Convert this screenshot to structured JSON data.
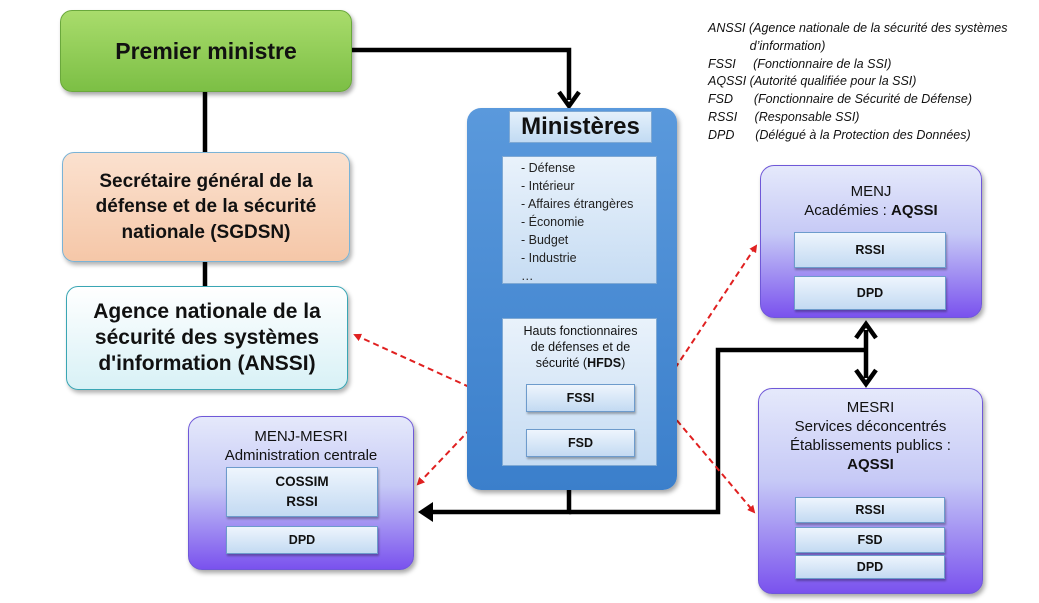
{
  "premier_ministre": "Premier ministre",
  "sgdsn": {
    "lines": [
      "Secrétaire général de la",
      "défense et de la sécurité",
      "nationale (SGDSN)"
    ]
  },
  "anssi": {
    "lines": [
      "Agence nationale de la",
      "sécurité des systèmes",
      "d'information (ANSSI)"
    ]
  },
  "legend": [
    "ANSSI (Agence nationale de la sécurité des systèmes",
    "            d’information)",
    "FSSI     (Fonctionnaire de la SSI)",
    "AQSSI (Autorité qualifiée pour la SSI)",
    "FSD      (Fonctionnaire de Sécurité de Défense)",
    "RSSI     (Responsable SSI)",
    "DPD      (Délégué à la Protection des Données)"
  ],
  "ministeres": {
    "title": "Ministères",
    "list": [
      "- Défense",
      "- Intérieur",
      "- Affaires étrangères",
      "- Économie",
      "- Budget",
      "- Industrie",
      "…"
    ],
    "hfds_lines": [
      "Hauts fonctionnaires",
      "de défenses et de",
      "sécurité ("
    ],
    "hfds_abbr": "HFDS",
    "hfds_close": ")",
    "fssi": "FSSI",
    "fsd": "FSD"
  },
  "menj": {
    "title": "MENJ",
    "sub": "Académies : ",
    "sub_bold": "AQSSI",
    "rssi": "RSSI",
    "dpd": "DPD"
  },
  "mesri": {
    "lines": [
      "MESRI",
      "Services déconcentrés",
      "Établissements publics :"
    ],
    "bold": "AQSSI",
    "rssi": "RSSI",
    "fsd": "FSD",
    "dpd": "DPD"
  },
  "admin": {
    "lines": [
      "MENJ-MESRI",
      "Administration centrale"
    ],
    "cossim": "COSSIM",
    "rssi": "RSSI",
    "dpd": "DPD"
  },
  "colors": {
    "connector": "#000000",
    "dashed_link": "#e02020",
    "premier_green": "#8cc84b",
    "ministeres_blue": "#4a8bd4",
    "org_purple": "#7a52ee"
  }
}
